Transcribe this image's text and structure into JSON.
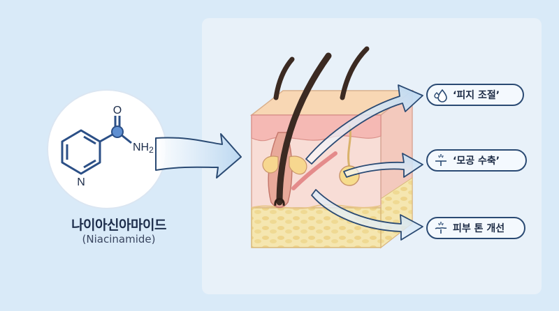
{
  "molecule": {
    "name_ko": "나이아신아마이드",
    "name_en": "(Niacinamide)",
    "atoms": {
      "oxygen": "O",
      "amine": "NH",
      "amine_sub": "2",
      "ring_nitrogen": "N"
    }
  },
  "effects": [
    {
      "label": "‘피지 조절’",
      "icon": "droplets-icon"
    },
    {
      "label": "‘모공 수축’",
      "icon": "pore-icon"
    },
    {
      "label": "피부 톤 개선",
      "icon": "skin-tone-icon"
    }
  ],
  "colors": {
    "background": "#d9eaf8",
    "panel": "#e8f1f9",
    "arrow_fill": "#cfe4f6",
    "arrow_stroke": "#2a4a73",
    "molecule_stroke": "#2b4f86",
    "molecule_atom": "#5f8fd1",
    "skin_surface": "#f7d6b6",
    "dermis": "#f7d9d3",
    "fat": "#f4e3a8",
    "hair": "#3b2a22"
  }
}
